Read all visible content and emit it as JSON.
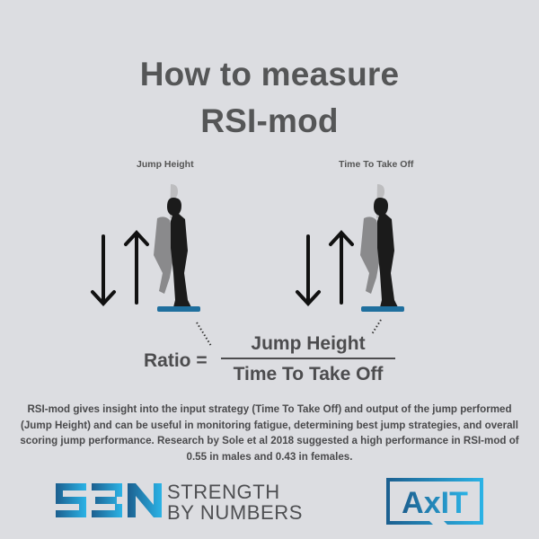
{
  "title": {
    "line1": "How to measure",
    "line2": "RSI-mod"
  },
  "panels": [
    {
      "caption": "Jump Height",
      "icons": [
        "arrow-down-icon",
        "arrow-up-icon",
        "jumper-silhouette-icon",
        "force-plate-icon"
      ]
    },
    {
      "caption": "Time To Take Off",
      "icons": [
        "arrow-down-icon",
        "arrow-up-icon",
        "jumper-silhouette-icon",
        "force-plate-icon"
      ]
    }
  ],
  "formula": {
    "label": "Ratio =",
    "numerator": "Jump Height",
    "denominator": "Time To Take Off"
  },
  "description": "RSI-mod gives insight into the input strategy (Time To Take Off) and output of the jump performed (Jump Height) and can be useful in monitoring fatigue, determining best jump strategies, and overall scoring jump performance. Research by Sole et al 2018 suggested a high performance in RSI-mod of 0.55 in males and 0.43 in females.",
  "logos": {
    "sbn": {
      "mark": "SBN",
      "line1": "STRENGTH",
      "line2": "BY NUMBERS"
    },
    "axit": {
      "mark": "AxIT"
    }
  },
  "colors": {
    "background": "#dcdde1",
    "text": "#555657",
    "plate": "#1f6f9e",
    "brand_dark": "#1c5f8f",
    "brand_light": "#2bb3e6"
  }
}
